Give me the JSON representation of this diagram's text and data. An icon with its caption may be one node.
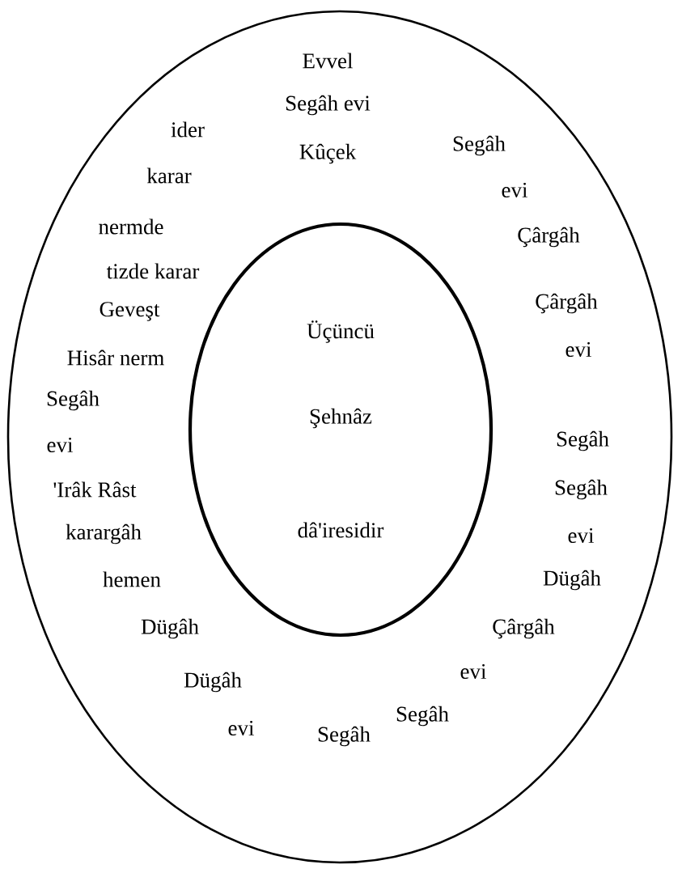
{
  "diagram": {
    "nodes": [
      {
        "text": [
          "Evvel",
          "Segâh evi",
          "Kûçek",
          "ider",
          "karar",
          "Segâh",
          "evi",
          "nermde",
          "Çârgâh",
          "tizde karar",
          "Geveşt",
          "Çârgâh",
          "Hisâr nerm",
          "evi",
          "Segâh",
          "Segâh",
          "evi",
          "'Irâk Râst",
          "Segâh",
          "evi",
          "karargâh",
          "hemen",
          "Dügâh",
          "Dügâh",
          "Çârgâh",
          "evi",
          "Dügâh",
          "evi",
          "Segâh",
          "Segâh"
        ]
      },
      {
        "text": [
          "Üçüncü",
          "Şehnâz",
          "dâ'iresidir"
        ],
        "in": 0
      }
    ]
  }
}
